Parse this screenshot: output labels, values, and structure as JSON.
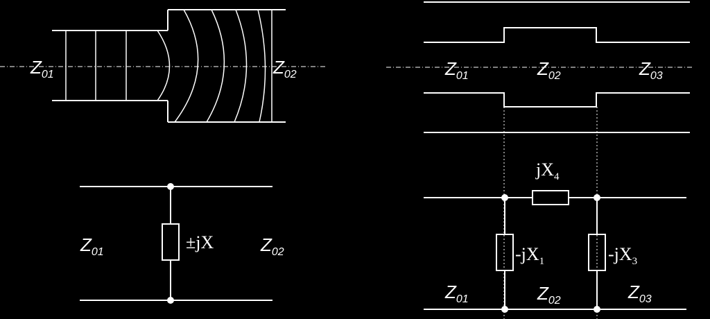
{
  "left_top": {
    "label_left": "Z",
    "label_left_sub": "01",
    "label_right": "Z",
    "label_right_sub": "02"
  },
  "left_bottom": {
    "label_left": "Z",
    "label_left_sub": "01",
    "reactance": "±jX",
    "label_right": "Z",
    "label_right_sub": "02"
  },
  "right_top": {
    "label_1": "Z",
    "label_1_sub": "01",
    "label_2": "Z",
    "label_2_sub": "02",
    "label_3": "Z",
    "label_3_sub": "03"
  },
  "right_bottom": {
    "series_reactance": "jX",
    "series_reactance_sub": "4",
    "shunt_left": "-jX",
    "shunt_left_sub": "1",
    "shunt_right": "-jX",
    "shunt_right_sub": "3",
    "label_1": "Z",
    "label_1_sub": "01",
    "label_2": "Z",
    "label_2_sub": "02",
    "label_3": "Z",
    "label_3_sub": "03"
  }
}
